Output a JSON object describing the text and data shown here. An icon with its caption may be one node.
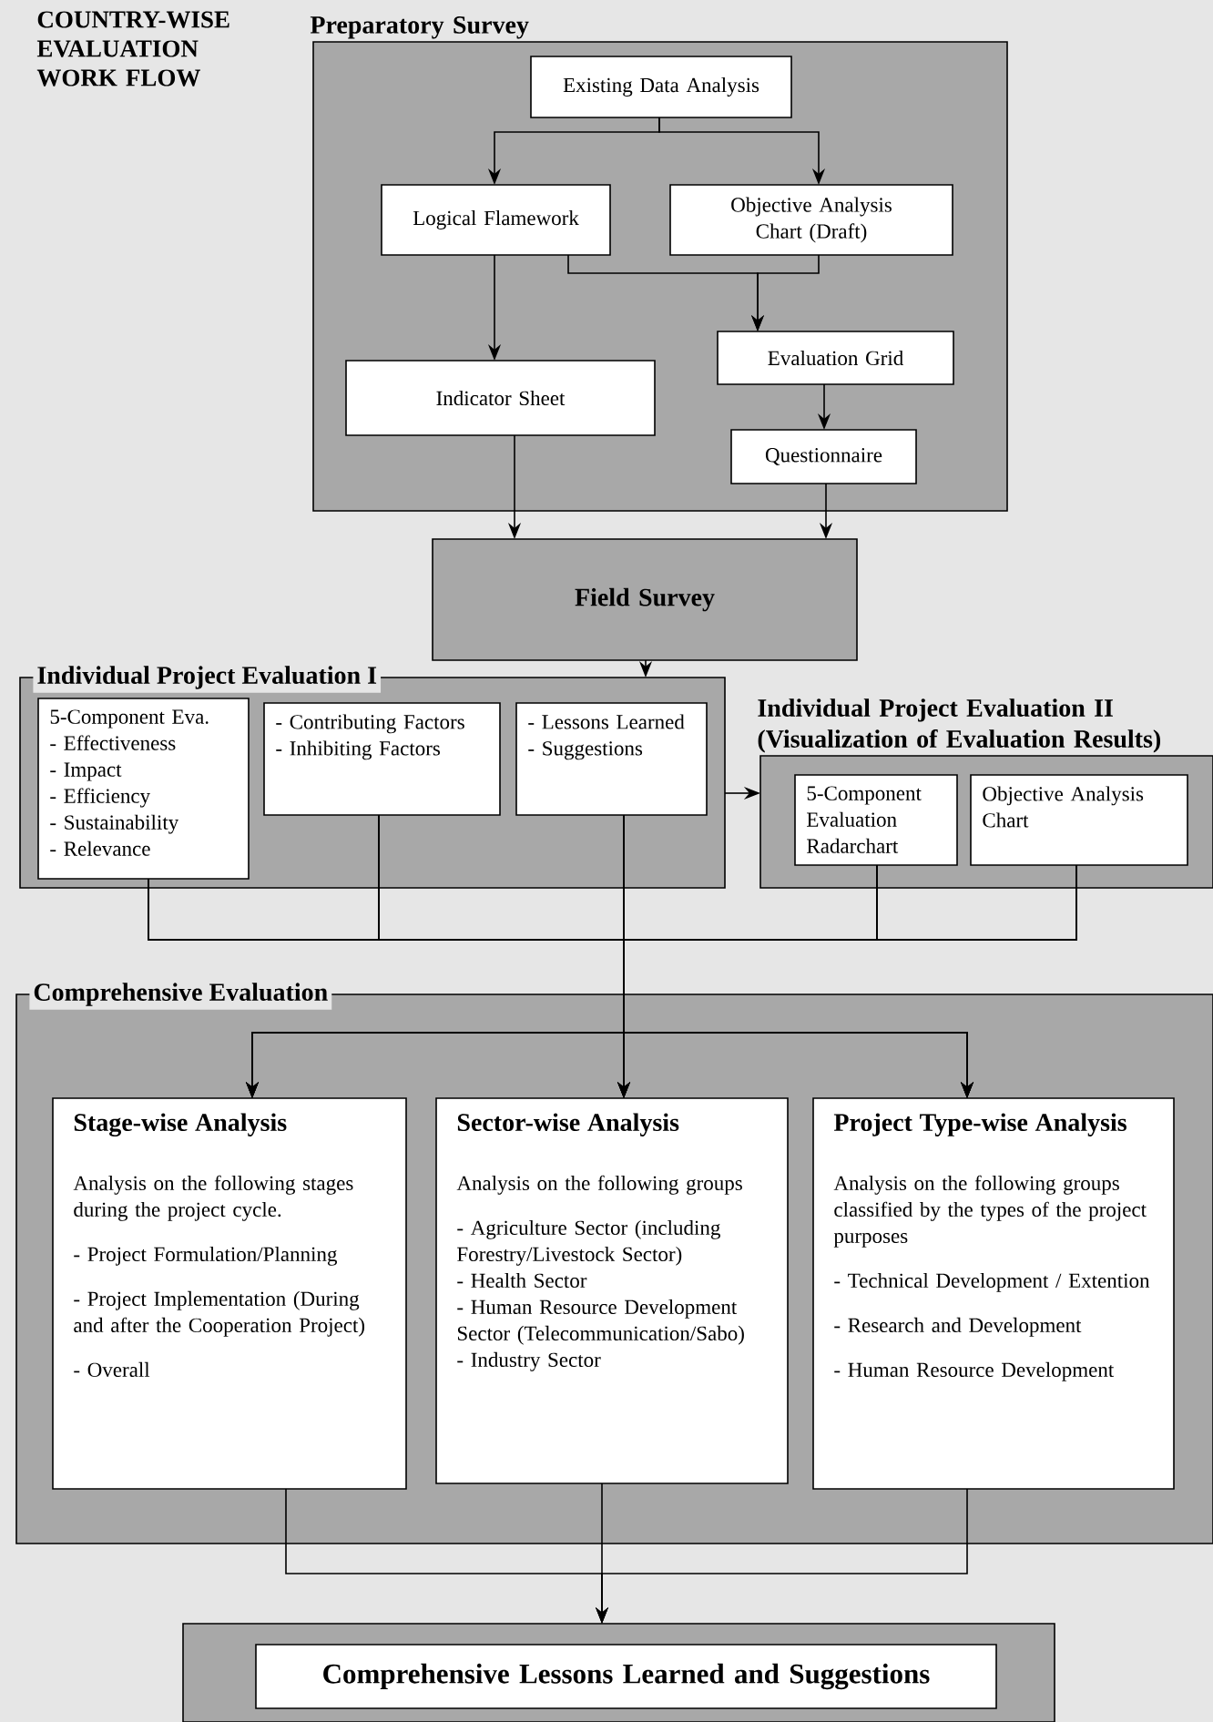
{
  "diagram": {
    "title": "COUNTRY-WISE EVALUATION WORK FLOW",
    "nodes": [
      {
        "text": [
          "Preparatory Survey"
        ]
      },
      {
        "text": [
          "Existing Data Analysis"
        ],
        "in": 0
      },
      {
        "text": [
          "Logical Flamework"
        ],
        "in": 0
      },
      {
        "text": [
          "Objective Analysis Chart (Draft)"
        ],
        "in": 0
      },
      {
        "text": [
          "Evaluation Grid"
        ],
        "in": 0
      },
      {
        "text": [
          "Indicator Sheet"
        ],
        "in": 0
      },
      {
        "text": [
          "Questionnaire"
        ],
        "in": 0
      },
      {
        "text": [
          "Field Survey"
        ]
      },
      {
        "text": [
          "Individual Project Evaluation I"
        ]
      },
      {
        "text": [
          "5-Component Eva.",
          "- Effectiveness",
          "- Impact",
          "- Efficiency",
          "- Sustainability",
          "- Relevance"
        ],
        "in": 8
      },
      {
        "text": [
          "- Contributing Factors",
          "- Inhibiting Factors"
        ],
        "in": 8
      },
      {
        "text": [
          "- Lessons Learned",
          "- Suggestions"
        ],
        "in": 8
      },
      {
        "text": [
          "Individual Project Evaluation II (Visualization of Evaluation Results)"
        ]
      },
      {
        "text": [
          "5-Component Evaluation Radarchart"
        ],
        "in": 12
      },
      {
        "text": [
          "Objective Analysis Chart"
        ],
        "in": 12
      },
      {
        "text": [
          "Comprehensive Evaluation"
        ]
      },
      {
        "text": [
          "Stage-wise Analysis",
          "Analysis on the following stages during the project cycle.",
          "- Project Formulation/Planning",
          "- Project Implementation (During and after the Cooperation Project)",
          "- Overall"
        ],
        "in": 15
      },
      {
        "text": [
          "Sector-wise Analysis",
          "Analysis on the following groups",
          "- Agriculture Sector (including Forestry/Livestock Sector)",
          "- Health Sector",
          "- Human Resource Development Sector (Telecommunication/Sabo)",
          "- Industry Sector"
        ],
        "in": 15
      },
      {
        "text": [
          "Project Type-wise Analysis",
          "Analysis on the following groups classified by the types of the project purposes",
          "- Technical Development / Extention",
          "- Research and Development",
          "- Human Resource Development"
        ],
        "in": 15
      },
      {
        "text": [],
        "shape": "box"
      },
      {
        "text": [
          "Comprehensive Lessons Learned and Suggestions"
        ],
        "in": 19
      }
    ],
    "edges": [
      {
        "from": 1,
        "to": 2,
        "arrow": "to"
      },
      {
        "from": 1,
        "to": 3,
        "arrow": "to"
      },
      {
        "from": 2,
        "to": 5,
        "arrow": "to"
      },
      {
        "from": 2,
        "to": 4,
        "arrow": "to"
      },
      {
        "from": 3,
        "to": 4,
        "arrow": "to"
      },
      {
        "from": 4,
        "to": 6,
        "arrow": "to"
      },
      {
        "from": 5,
        "to": 7,
        "arrow": "to"
      },
      {
        "from": 6,
        "to": 7,
        "arrow": "to"
      },
      {
        "from": 7,
        "to": 8,
        "arrow": "to"
      },
      {
        "from": 8,
        "to": 12,
        "arrow": "to"
      },
      {
        "from": 9,
        "to": 16,
        "arrow": "to"
      },
      {
        "from": 9,
        "to": 17,
        "arrow": "to"
      },
      {
        "from": 9,
        "to": 18,
        "arrow": "to"
      },
      {
        "from": 10,
        "to": 16,
        "arrow": "to"
      },
      {
        "from": 10,
        "to": 17,
        "arrow": "to"
      },
      {
        "from": 10,
        "to": 18,
        "arrow": "to"
      },
      {
        "from": 11,
        "to": 16,
        "arrow": "to"
      },
      {
        "from": 11,
        "to": 17,
        "arrow": "to"
      },
      {
        "from": 11,
        "to": 18,
        "arrow": "to"
      },
      {
        "from": 13,
        "to": 16,
        "arrow": "to"
      },
      {
        "from": 13,
        "to": 17,
        "arrow": "to"
      },
      {
        "from": 13,
        "to": 18,
        "arrow": "to"
      },
      {
        "from": 14,
        "to": 16,
        "arrow": "to"
      },
      {
        "from": 14,
        "to": 17,
        "arrow": "to"
      },
      {
        "from": 14,
        "to": 18,
        "arrow": "to"
      },
      {
        "from": 16,
        "to": 19,
        "arrow": "to"
      },
      {
        "from": 17,
        "to": 19,
        "arrow": "to"
      },
      {
        "from": 18,
        "to": 19,
        "arrow": "to"
      }
    ]
  }
}
